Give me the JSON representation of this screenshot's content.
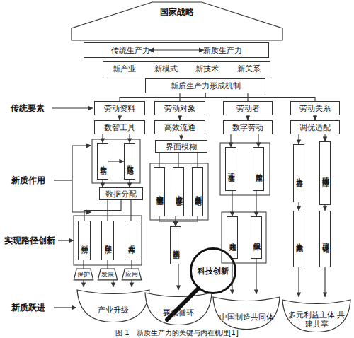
{
  "diagram": {
    "caption": "图 1　新质生产力的关键与内在机理[1]",
    "nodes": [
      {
        "text": [
          "国家战略"
        ]
      },
      {
        "text": [
          "传统生产力",
          "新质生产力"
        ]
      },
      {
        "text": [
          "新产业",
          "新模式",
          "新技术",
          "新关系"
        ]
      },
      {
        "text": [
          "新质生产力形成机制"
        ]
      },
      {
        "text": [
          "劳动资料"
        ]
      },
      {
        "text": [
          "数智工具"
        ]
      },
      {
        "text": [
          "生产数据"
        ]
      },
      {
        "text": [
          "数据流通"
        ]
      },
      {
        "text": [
          "数据分配"
        ]
      },
      {
        "text": [
          "绿色经济"
        ]
      },
      {
        "text": [
          "数字经济"
        ]
      },
      {
        "text": [
          "虚实共存"
        ]
      },
      {
        "text": [
          "保护"
        ]
      },
      {
        "text": [
          "发展"
        ]
      },
      {
        "text": [
          "应用"
        ]
      },
      {
        "text": [
          "产业升级"
        ]
      },
      {
        "text": [
          "劳动对象"
        ]
      },
      {
        "text": [
          "高效流通"
        ]
      },
      {
        "text": [
          "界面模糊"
        ]
      },
      {
        "text": [
          "突破物理边界"
        ]
      },
      {
        "text": [
          "产业深度融合"
        ]
      },
      {
        "text": [
          "利益多元联结"
        ]
      },
      {
        "text": [
          "拓宽利益"
        ]
      },
      {
        "text": [
          "要素循环"
        ]
      },
      {
        "text": [
          "劳动者"
        ]
      },
      {
        "text": [
          "数字劳动"
        ]
      },
      {
        "text": [
          "理念变革"
        ]
      },
      {
        "text": [
          "技术应用"
        ]
      },
      {
        "text": [
          "文化共建"
        ]
      },
      {
        "text": [
          "组织保障"
        ]
      },
      {
        "text": [
          "中国制造共同体"
        ]
      },
      {
        "text": [
          "劳动关系"
        ]
      },
      {
        "text": [
          "调优适配"
        ]
      },
      {
        "text": [
          "生产力提升"
        ]
      },
      {
        "text": [
          "软硬协同保障"
        ]
      },
      {
        "text": [
          "生产关系适配"
        ]
      },
      {
        "text": [
          "顶层设计优化"
        ]
      },
      {
        "text": [
          "多元利益主体 共建共享"
        ]
      },
      {
        "text": [
          "科技创新"
        ]
      }
    ],
    "edges": [
      {
        "from": 3,
        "to": 4,
        "arrow": "none"
      },
      {
        "from": 3,
        "to": 16,
        "arrow": "none"
      },
      {
        "from": 3,
        "to": 24,
        "arrow": "none"
      },
      {
        "from": 3,
        "to": 31,
        "arrow": "none"
      },
      {
        "from": 4,
        "to": 5,
        "arrow": "to"
      },
      {
        "from": 5,
        "to": 6,
        "arrow": "to"
      },
      {
        "from": 5,
        "to": 7,
        "arrow": "to"
      },
      {
        "from": 6,
        "to": 7,
        "arrow": "to"
      },
      {
        "from": 6,
        "to": 8,
        "arrow": "to"
      },
      {
        "from": 7,
        "to": 8,
        "arrow": "to"
      },
      {
        "from": 8,
        "to": 9,
        "arrow": "none"
      },
      {
        "from": 8,
        "to": 10,
        "arrow": "none"
      },
      {
        "from": 8,
        "to": 11,
        "arrow": "none"
      },
      {
        "from": 9,
        "to": 12,
        "arrow": "none"
      },
      {
        "from": 10,
        "to": 13,
        "arrow": "none"
      },
      {
        "from": 11,
        "to": 14,
        "arrow": "none"
      },
      {
        "from": 12,
        "to": 15,
        "arrow": "to"
      },
      {
        "from": 13,
        "to": 15,
        "arrow": "to"
      },
      {
        "from": 14,
        "to": 15,
        "arrow": "to"
      },
      {
        "from": 16,
        "to": 17,
        "arrow": "to"
      },
      {
        "from": 17,
        "to": 18,
        "arrow": "to"
      },
      {
        "from": 18,
        "to": 19,
        "arrow": "none"
      },
      {
        "from": 18,
        "to": 20,
        "arrow": "none"
      },
      {
        "from": 18,
        "to": 21,
        "arrow": "none"
      },
      {
        "from": 19,
        "to": 22,
        "arrow": "to"
      },
      {
        "from": 20,
        "to": 22,
        "arrow": "to"
      },
      {
        "from": 21,
        "to": 22,
        "arrow": "to"
      },
      {
        "from": 22,
        "to": 23,
        "arrow": "to"
      },
      {
        "from": 24,
        "to": 25,
        "arrow": "to"
      },
      {
        "from": 25,
        "to": 26,
        "arrow": "to"
      },
      {
        "from": 25,
        "to": 27,
        "arrow": "to"
      },
      {
        "from": 26,
        "to": 28,
        "arrow": "to"
      },
      {
        "from": 27,
        "to": 29,
        "arrow": "to"
      },
      {
        "from": 28,
        "to": 30,
        "arrow": "to"
      },
      {
        "from": 29,
        "to": 30,
        "arrow": "to"
      },
      {
        "from": 31,
        "to": 32,
        "arrow": "to"
      },
      {
        "from": 32,
        "to": 33,
        "arrow": "to"
      },
      {
        "from": 32,
        "to": 34,
        "arrow": "to"
      },
      {
        "from": 33,
        "to": 35,
        "arrow": "to"
      },
      {
        "from": 34,
        "to": 36,
        "arrow": "to"
      },
      {
        "from": 35,
        "to": 37,
        "arrow": "to"
      },
      {
        "from": 36,
        "to": 37,
        "arrow": "to"
      }
    ],
    "labels": [
      "传统要素",
      "新质作用",
      "实现路径创新",
      "新质跃进"
    ]
  }
}
